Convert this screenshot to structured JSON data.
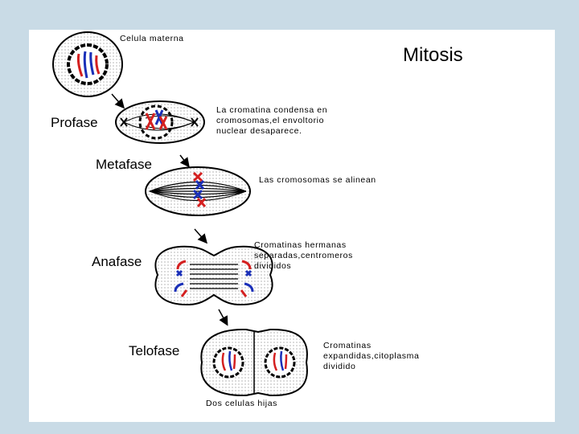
{
  "title": "Mitosis",
  "stages": [
    {
      "label": "Celula materna",
      "note": ""
    },
    {
      "label": "Profase",
      "note": "La cromatina condensa en\ncromosomas,el envoltorio\nnuclear desaparece."
    },
    {
      "label": "Metafase",
      "note": "Las cromosomas se alinean"
    },
    {
      "label": "Anafase",
      "note": "Cromatinas hermanas\nseparadas,centromeros\ndivididos"
    },
    {
      "label": "Telofase",
      "note": "Cromatinas\nexpandidas,citoplasma\ndividido"
    }
  ],
  "daughters_label": "Dos celulas hijas",
  "colors": {
    "background": "#c9dbe6",
    "slide": "#ffffff",
    "chromosome_red": "#d42020",
    "chromosome_blue": "#1a2fb8"
  }
}
